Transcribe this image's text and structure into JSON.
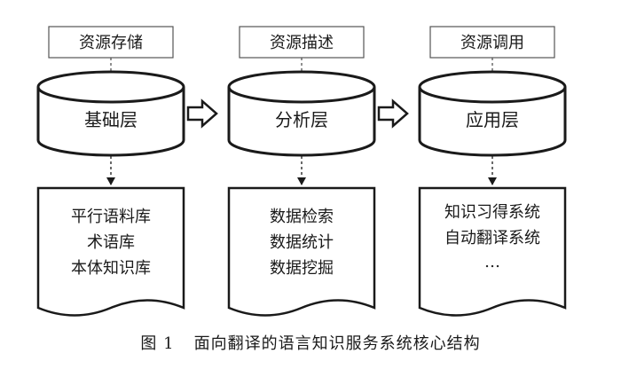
{
  "columns": [
    {
      "header": "资源存储",
      "layer": "基础层",
      "items": [
        "平行语料库",
        "术语库",
        "本体知识库"
      ]
    },
    {
      "header": "资源描述",
      "layer": "分析层",
      "items": [
        "数据检索",
        "数据统计",
        "数据挖掘"
      ]
    },
    {
      "header": "资源调用",
      "layer": "应用层",
      "items": [
        "知识习得系统",
        "自动翻译系统",
        "…"
      ]
    }
  ],
  "caption": {
    "number": "图 1",
    "title": "面向翻译的语言知识服务系统核心结构"
  }
}
